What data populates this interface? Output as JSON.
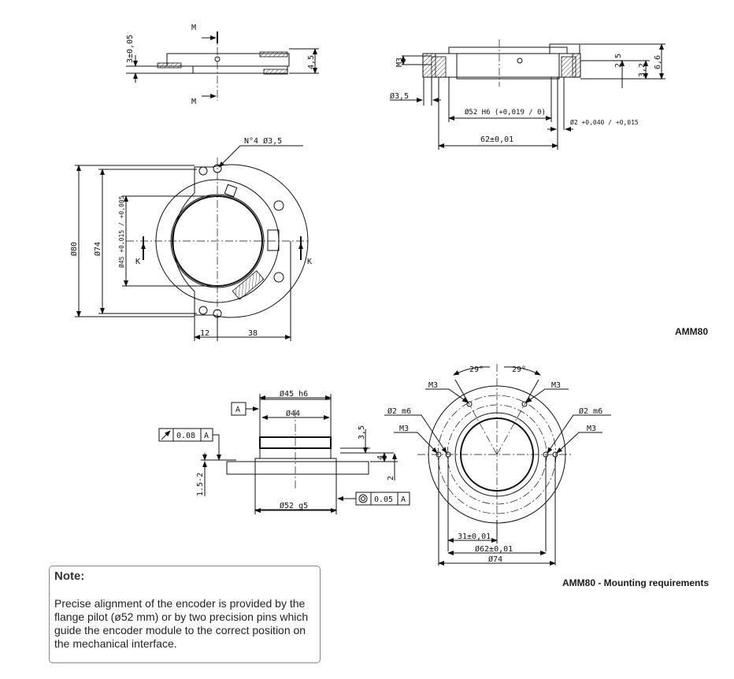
{
  "drawing_top_left": {
    "dim_thickness": "3±0,05",
    "dim_height": "4,5",
    "section_mark_top": "M",
    "section_mark_bottom": "M"
  },
  "drawing_top_right": {
    "dim_thread": "M3",
    "dim_hole": "Ø3,5",
    "dim_pilot": "Ø52 H6 (+0,019 / 0)",
    "dim_pin": "Ø2 +0,040 / +0,015",
    "dim_pitch": "62±0,01",
    "dim_a": "2,5",
    "dim_b": "3,2",
    "dim_c": "6,6"
  },
  "drawing_plan": {
    "holes": "N°4 Ø3,5",
    "dim_outer": "Ø80",
    "dim_mid": "Ø74",
    "dim_bore": "Ø45 +0,015 / +0,005",
    "dim_12": "12",
    "dim_38": "38",
    "section_left": "K",
    "section_right": "K"
  },
  "caption_1": "AMM80",
  "drawing_section": {
    "datum": "A",
    "dim_45": "Ø45 h6",
    "dim_44": "Ø44",
    "runout_value": "0.08",
    "runout_datum": "A",
    "dim_15_2": "1.5-2",
    "dim_35": "3,5",
    "dim_4": "4",
    "dim_2": "2",
    "dim_52": "Ø52 g5",
    "concentricity_value": "0.05",
    "concentricity_datum": "A"
  },
  "drawing_mount": {
    "angle_left": "29°",
    "angle_right": "29°",
    "m3_tl": "M3",
    "m3_tr": "M3",
    "m3_l": "M3",
    "m3_r": "M3",
    "pin_l": "Ø2 m6",
    "pin_r": "Ø2 m6",
    "dim_31": "31±0,01",
    "dim_62": "Ø62±0,01",
    "dim_74": "Ø74"
  },
  "caption_2": "AMM80 - Mounting requirements",
  "note": {
    "title": "Note:",
    "body": "Precise alignment of the encoder is provided by the flange pilot (ø52 mm) or by two precision pins which guide the encoder module to the correct position on the mechanical interface."
  }
}
